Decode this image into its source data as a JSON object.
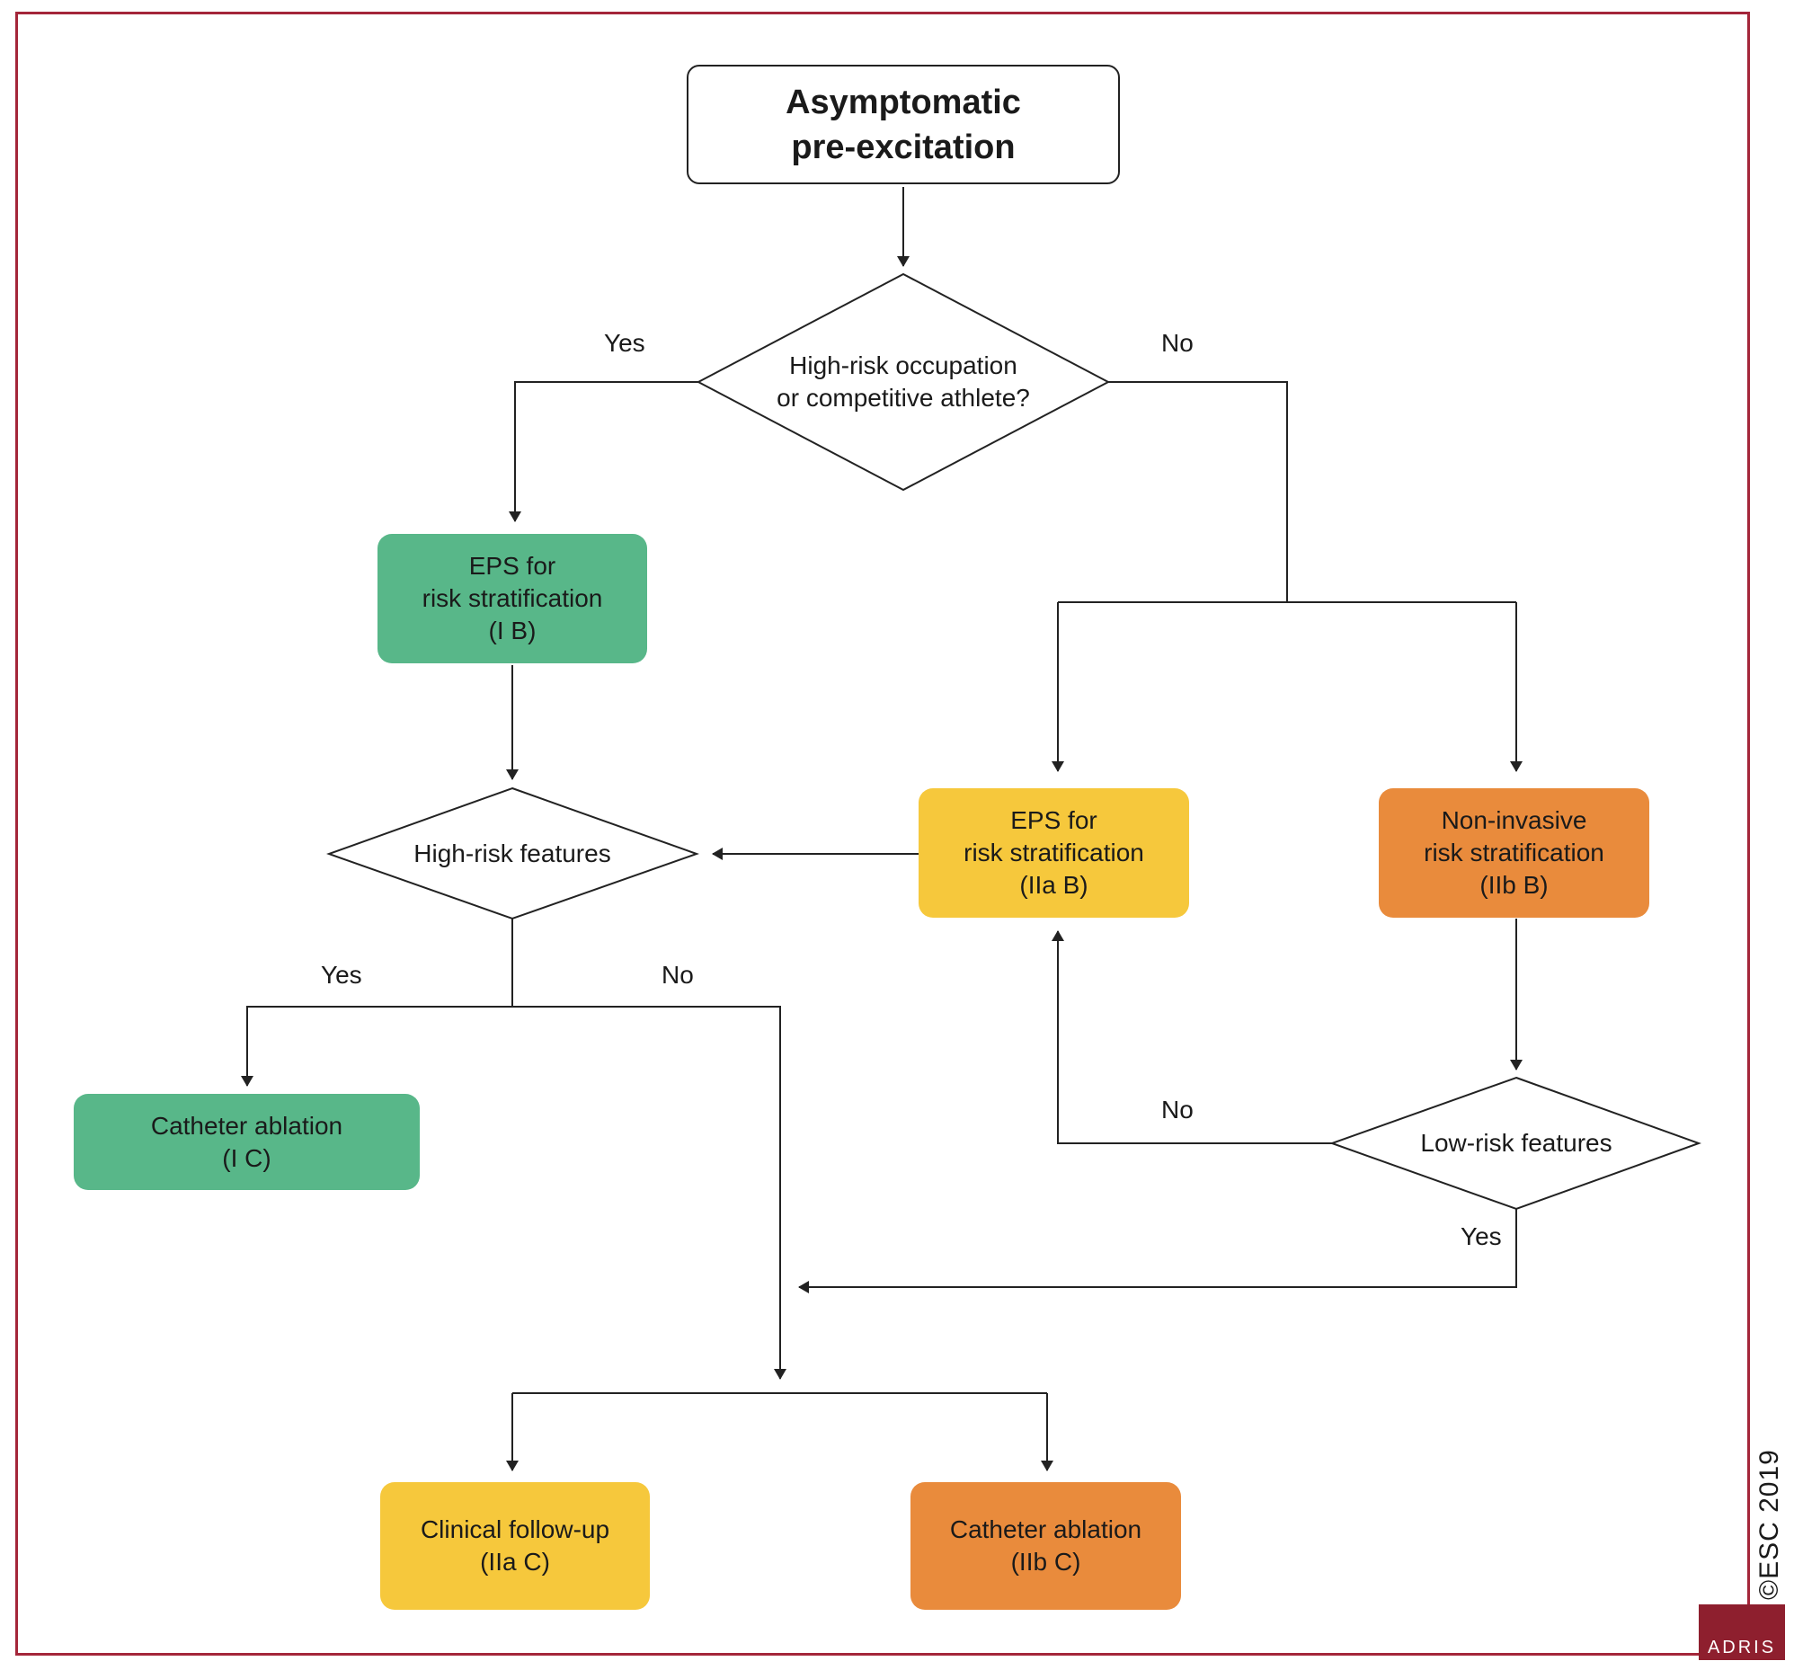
{
  "start": {
    "line1": "Asymptomatic",
    "line2": "pre-excitation"
  },
  "decision_occupation": {
    "line1": "High-risk occupation",
    "line2": "or competitive athlete?"
  },
  "eps_1b": {
    "line1": "EPS for",
    "line2": "risk stratification",
    "line3": "(I B)"
  },
  "eps_2ab": {
    "line1": "EPS for",
    "line2": "risk stratification",
    "line3": "(IIa B)"
  },
  "noninvasive": {
    "line1": "Non-invasive",
    "line2": "risk stratification",
    "line3": "(IIb B)"
  },
  "decision_high_risk": {
    "label": "High-risk features"
  },
  "decision_low_risk": {
    "label": "Low-risk features"
  },
  "ablation_1c": {
    "line1": "Catheter ablation",
    "line2": "(I C)"
  },
  "followup": {
    "line1": "Clinical follow-up",
    "line2": "(IIa C)"
  },
  "ablation_2bc": {
    "line1": "Catheter ablation",
    "line2": "(IIb C)"
  },
  "edge_labels": {
    "yes": "Yes",
    "no": "No"
  },
  "copyright": "©ESC 2019",
  "logo_text": "ADRIS",
  "colors": {
    "green": "#58b789",
    "yellow": "#f6c83c",
    "orange": "#e98b3c",
    "border": "#a4263a"
  }
}
